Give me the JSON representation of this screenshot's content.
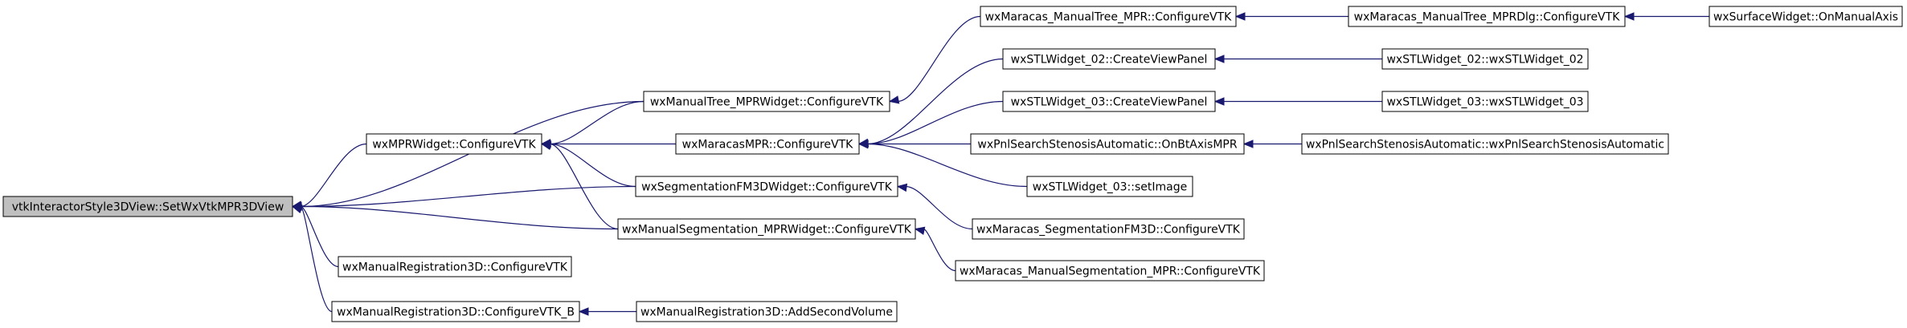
{
  "graph": {
    "root": "vtkInteractorStyle3DView::SetWxVtkMPR3DView",
    "nodes": [
      {
        "id": "n0",
        "label": "vtkInteractorStyle3DView::SetWxVtkMPR3DView"
      },
      {
        "id": "n1",
        "label": "wxMPRWidget::ConfigureVTK"
      },
      {
        "id": "n2",
        "label": "wxManualTree_MPRWidget::ConfigureVTK"
      },
      {
        "id": "n3",
        "label": "wxMaracas_ManualTree_MPR::ConfigureVTK"
      },
      {
        "id": "n4",
        "label": "wxMaracas_ManualTree_MPRDlg::ConfigureVTK"
      },
      {
        "id": "n5",
        "label": "wxSurfaceWidget::OnManualAxis"
      },
      {
        "id": "n6",
        "label": "wxMaracasMPR::ConfigureVTK"
      },
      {
        "id": "n7",
        "label": "wxSTLWidget_02::CreateViewPanel"
      },
      {
        "id": "n8",
        "label": "wxSTLWidget_02::wxSTLWidget_02"
      },
      {
        "id": "n9",
        "label": "wxSTLWidget_03::CreateViewPanel"
      },
      {
        "id": "n10",
        "label": "wxSTLWidget_03::wxSTLWidget_03"
      },
      {
        "id": "n11",
        "label": "wxPnlSearchStenosisAutomatic::OnBtAxisMPR"
      },
      {
        "id": "n12",
        "label": "wxPnlSearchStenosisAutomatic::wxPnlSearchStenosisAutomatic"
      },
      {
        "id": "n13",
        "label": "wxSTLWidget_03::setImage"
      },
      {
        "id": "n14",
        "label": "wxSegmentationFM3DWidget::ConfigureVTK"
      },
      {
        "id": "n15",
        "label": "wxMaracas_SegmentationFM3D::ConfigureVTK"
      },
      {
        "id": "n16",
        "label": "wxManualSegmentation_MPRWidget::ConfigureVTK"
      },
      {
        "id": "n17",
        "label": "wxMaracas_ManualSegmentation_MPR::ConfigureVTK"
      },
      {
        "id": "n18",
        "label": "wxManualRegistration3D::ConfigureVTK"
      },
      {
        "id": "n19",
        "label": "wxManualRegistration3D::ConfigureVTK_B"
      },
      {
        "id": "n20",
        "label": "wxManualRegistration3D::AddSecondVolume"
      }
    ],
    "edges": [
      {
        "from": "n1",
        "to": "n0"
      },
      {
        "from": "n2",
        "to": "n0"
      },
      {
        "from": "n14",
        "to": "n0"
      },
      {
        "from": "n16",
        "to": "n0"
      },
      {
        "from": "n18",
        "to": "n0"
      },
      {
        "from": "n19",
        "to": "n0"
      },
      {
        "from": "n2",
        "to": "n1"
      },
      {
        "from": "n6",
        "to": "n1"
      },
      {
        "from": "n14",
        "to": "n1"
      },
      {
        "from": "n16",
        "to": "n1"
      },
      {
        "from": "n3",
        "to": "n2"
      },
      {
        "from": "n4",
        "to": "n3"
      },
      {
        "from": "n5",
        "to": "n4"
      },
      {
        "from": "n7",
        "to": "n6"
      },
      {
        "from": "n9",
        "to": "n6"
      },
      {
        "from": "n11",
        "to": "n6"
      },
      {
        "from": "n13",
        "to": "n6"
      },
      {
        "from": "n8",
        "to": "n7"
      },
      {
        "from": "n10",
        "to": "n9"
      },
      {
        "from": "n12",
        "to": "n11"
      },
      {
        "from": "n15",
        "to": "n14"
      },
      {
        "from": "n17",
        "to": "n16"
      },
      {
        "from": "n20",
        "to": "n19"
      }
    ],
    "colors": {
      "edge": "#191970",
      "node_border": "#000000",
      "node_fill": "#ffffff",
      "root_fill": "#bfbfbf"
    }
  }
}
